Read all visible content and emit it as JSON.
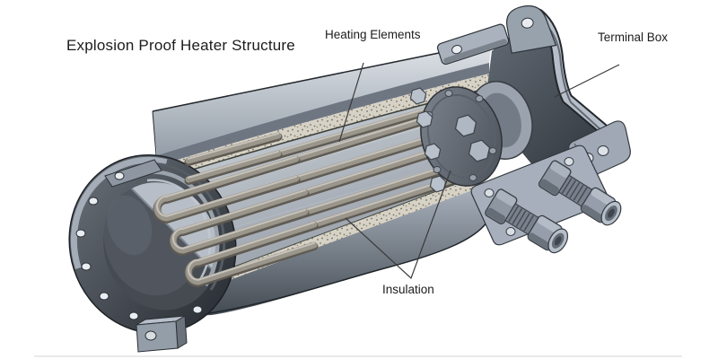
{
  "diagram": {
    "title": "Explosion Proof Heater Structure",
    "labels": {
      "heating_elements": "Heating Elements",
      "terminal_box": "Terminal Box",
      "insulation": "Insulation"
    },
    "colors": {
      "background": "#ffffff",
      "text": "#1c1c1c",
      "leader_line": "#3a3a3a",
      "steel_light": "#c9d0d8",
      "steel_mid": "#97a1ab",
      "steel_dark": "#4b5158",
      "head_dark": "#383d43",
      "tube_metal": "#9b968c",
      "insulation_fill": "#d7d2c6",
      "insulation_speck": "#8c8676"
    }
  }
}
